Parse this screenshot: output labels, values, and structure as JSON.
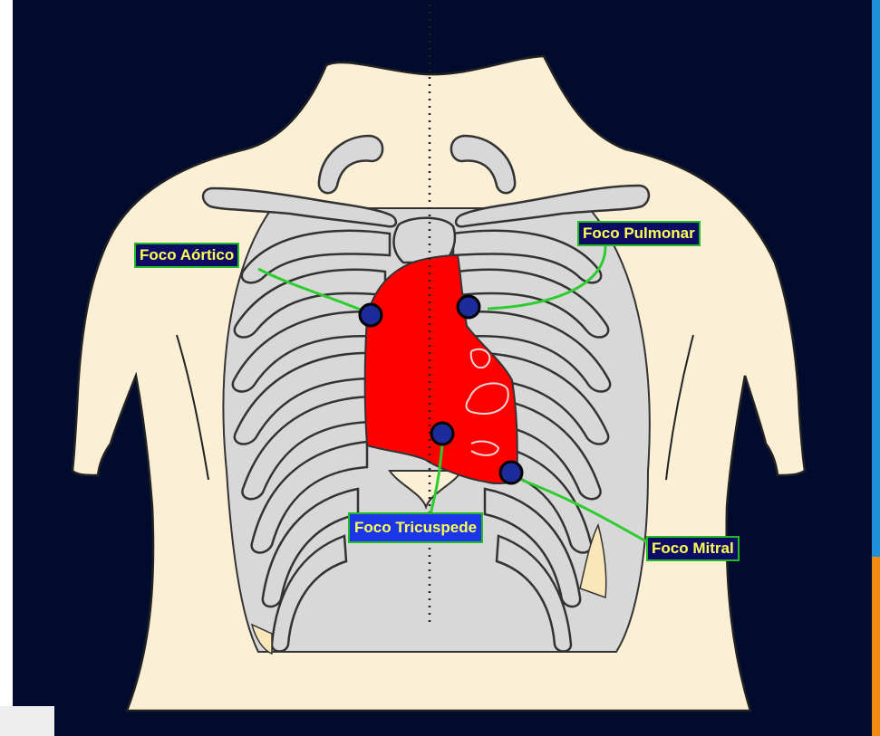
{
  "labels": {
    "aortic": "Foco Aórtico",
    "pulmonary": "Foco Pulmonar",
    "tricuspid": "Foco Tricuspede",
    "mitral": "Foco Mitral"
  },
  "colors": {
    "background": "#000b2e",
    "skin": "#fbf0d6",
    "bone": "#d8d8d8",
    "heart": "#ff0000",
    "focus_point": "#1c2a9a",
    "leader_line": "#2ecc2e",
    "label_fill": "#0c0c66",
    "label_fill_tricuspid": "#1a36e8",
    "label_text": "#ffff55",
    "right_edge_blue": "#1e90d8",
    "right_edge_orange": "#f08a14"
  },
  "icons": {
    "focus_point": "auscultation-point-icon"
  }
}
